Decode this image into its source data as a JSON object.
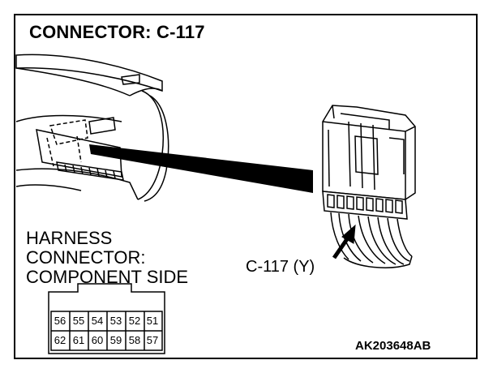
{
  "title": "CONNECTOR: C-117",
  "harness_label": [
    "HARNESS",
    "CONNECTOR:",
    "COMPONENT SIDE"
  ],
  "callout_label": "C-117 (Y)",
  "figure_code": "AK203648AB",
  "connector_pins": {
    "top_row": [
      "56",
      "55",
      "54",
      "53",
      "52",
      "51"
    ],
    "bottom_row": [
      "62",
      "61",
      "60",
      "59",
      "58",
      "57"
    ]
  }
}
